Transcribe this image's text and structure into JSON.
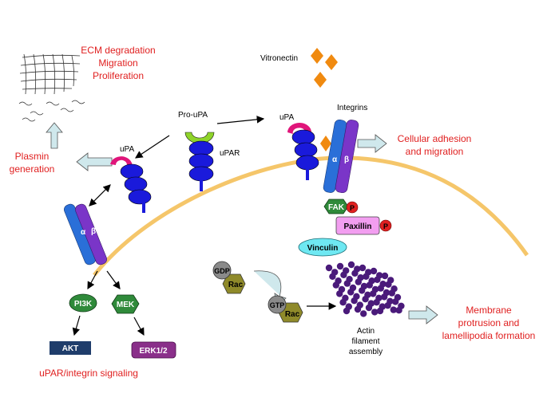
{
  "labels": {
    "ecm_line1": "ECM degradation",
    "ecm_line2": "Migration",
    "ecm_line3": "Proliferation",
    "vitronectin": "Vitronectin",
    "pro_upa": "Pro-uPA",
    "upar": "uPAR",
    "upa_left": "uPA",
    "upa_right": "uPA",
    "integrins": "Integrins",
    "plasmin_line1": "Plasmin",
    "plasmin_line2": "generation",
    "adhesion_line1": "Cellular adhesion",
    "adhesion_line2": "and migration",
    "alpha": "α",
    "beta": "β",
    "fak": "FAK",
    "p": "P",
    "paxillin": "Paxillin",
    "vinculin": "Vinculin",
    "gdp": "GDP",
    "gtp": "GTP",
    "rac": "Rac",
    "pi3k": "PI3K",
    "mek": "MEK",
    "akt": "AKT",
    "erk": "ERK1/2",
    "signaling": "uPAR/integrin signaling",
    "actin_line1": "Actin",
    "actin_line2": "filament",
    "actin_line3": "assembly",
    "membrane_line1": "Membrane",
    "membrane_line2": "protrusion and",
    "membrane_line3": "lamellipodia formation"
  },
  "colors": {
    "label_red": "#e02020",
    "membrane": "#f5c66a",
    "receptor_blue": "#1a1adb",
    "integrin_alpha": "#2a6fd8",
    "integrin_beta": "#7a35c8",
    "upa_pink": "#e0157a",
    "prouPA_green": "#8fd42a",
    "vitronectin_orange": "#f08a10",
    "kinase_green": "#2f8a3a",
    "akt_navy": "#1f3d6b",
    "erk_purple": "#8a2f8a",
    "paxillin_pink": "#f29ef0",
    "vinculin_cyan": "#6ee8f2",
    "rac_olive": "#8f8a2a",
    "actin_purple": "#4a1a7a",
    "phospho_red": "#e02020",
    "arrow_fill": "#cfe8ec"
  }
}
